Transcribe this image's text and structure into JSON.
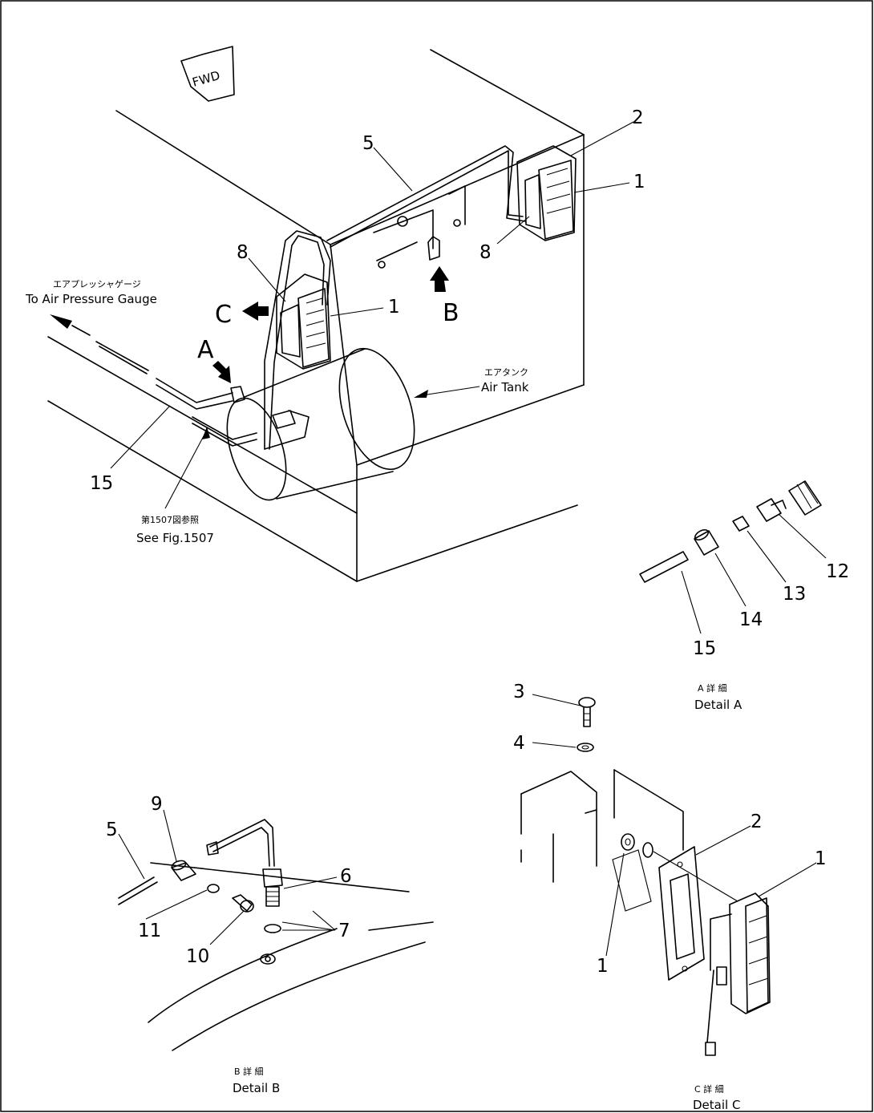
{
  "fwd_label": "FWD",
  "main_view": {
    "callouts": {
      "n1a": "1",
      "n1b": "1",
      "n2": "2",
      "n5": "5",
      "n8a": "8",
      "n8b": "8",
      "n15": "15"
    },
    "view_markers": {
      "a": "A",
      "b": "B",
      "c": "C"
    },
    "air_pressure_gauge": {
      "jp": "エアプレッシャゲージ",
      "en": "To Air Pressure Gauge"
    },
    "air_tank": {
      "jp": "エアタンク",
      "en": "Air Tank"
    },
    "see_fig": {
      "jp": "第1507図参照",
      "en": "See Fig.1507"
    }
  },
  "detail_a": {
    "callouts": {
      "n12": "12",
      "n13": "13",
      "n14": "14",
      "n15": "15"
    },
    "caption_jp": "A 詳 細",
    "caption_en": "Detail A"
  },
  "detail_b": {
    "callouts": {
      "n5": "5",
      "n6": "6",
      "n7": "7",
      "n9": "9",
      "n10": "10",
      "n11": "11"
    },
    "caption_jp": "B 詳 細",
    "caption_en": "Detail B"
  },
  "detail_c": {
    "callouts": {
      "n1a": "1",
      "n1b": "1",
      "n2": "2",
      "n3": "3",
      "n4": "4"
    },
    "caption_jp": "C 詳 細",
    "caption_en": "Detail C"
  }
}
